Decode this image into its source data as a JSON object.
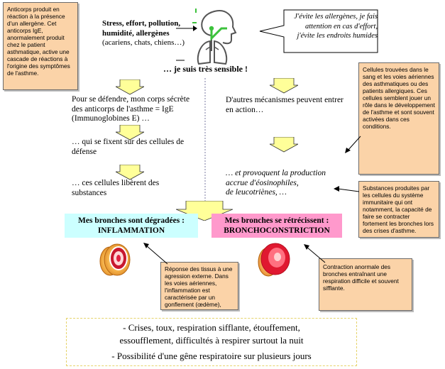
{
  "notes": {
    "top_left": "Anticorps produit en réaction à la présence d'un allergène. Cet anticorps IgE, anormalement produit chez le patient asthmatique, active une cascade de réactions à l'origine des symptômes de l'asthme.",
    "right_cells": "Cellules trouvées dans le sang et les voies aériennes des asthmatiques ou des patients allergiques. Ces cellules semblent jouer un rôle dans le développement de l'asthme et sont souvent activées dans ces conditions.",
    "right_substances": "Substances produites par les cellules du système immunitaire qui ont notamment, la capacité de faire se contracter fortement les bronches lors des crises d'asthme.",
    "inflammation_response": "Réponse des tissus à une agression externe. Dans les voies aériennes, l'inflammation est caractérisée par un gonflement (œdème),",
    "contraction": "Contraction anormale des bronches entraînant une respiration difficile et souvent sifflante."
  },
  "triggers": {
    "bold": "Stress, effort, pollution, humidité, allergènes",
    "normal": " (acariens, chats, chiens…)"
  },
  "sensitive": "… je suis très sensible !",
  "speech": "J'évite les allergènes, je fais attention en cas d'effort, j'évite les endroits humides",
  "left_col": {
    "p1": "Pour se défendre, mon corps sécrète des anticorps de l'asthme = IgE (Immunoglobines E) …",
    "p2": "… qui se fixent sur des cellules de défense",
    "p3": "… ces cellules libèrent des substances"
  },
  "right_col": {
    "p1": "D'autres mécanismes peuvent entrer en action…",
    "p2_a": "… et provoquent la production accrue d'",
    "p2_b": "éosinophiles",
    "p2_c": ",",
    "p2_d": "de leucotriènes, …"
  },
  "boxes": {
    "inflammation_line1": "Mes bronches sont dégradées :",
    "inflammation_line2": "INFLAMMATION",
    "broncho_line1": "Mes bronches se rétrécissent :",
    "broncho_line2": "BRONCHOCONSTRICTION"
  },
  "bottom": {
    "line1": "- Crises, toux, respiration sifflante, étouffement,",
    "line2": "essoufflement, difficultés à respirer surtout la nuit",
    "line3": "- Possibilité d'une gêne respiratoire sur plusieurs jours"
  },
  "colors": {
    "note_bg": "#fbd3a8",
    "arrow_fill": "#ffff99",
    "inflammation_bg": "#ccffff",
    "broncho_bg": "#ff99cc",
    "bottom_border": "#e6d36a",
    "accent_green": "#3cc23c"
  },
  "icons": {
    "lungs": "lungs-person-icon",
    "bronchus_inflamed": "bronchus-inflamed-icon",
    "bronchus_constricted": "bronchus-constricted-icon"
  }
}
